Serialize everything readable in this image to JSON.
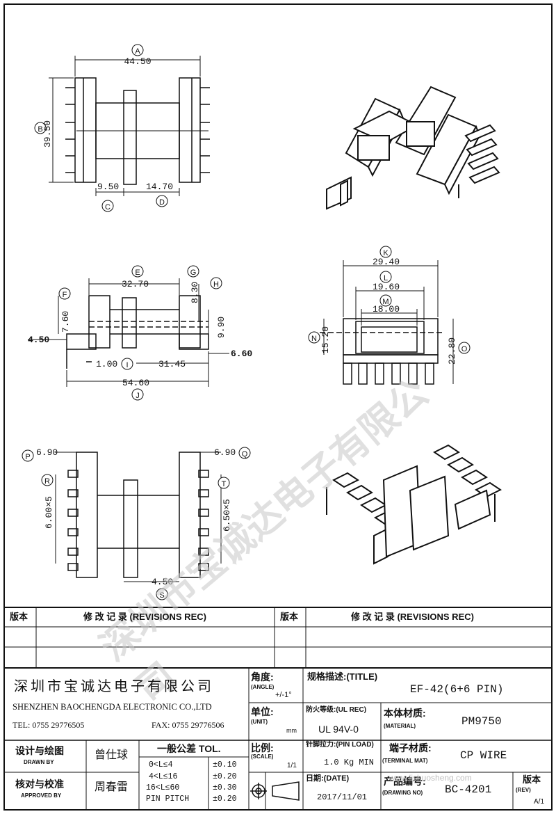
{
  "dims": {
    "A": "A",
    "a_val": "44.50",
    "B": "B",
    "b_val": "39.50",
    "C": "C",
    "c_val": "9.50",
    "D": "D",
    "d_val": "14.70",
    "E": "E",
    "e_val": "32.70",
    "F": "F",
    "f_val": "7.60",
    "G": "G",
    "g_val": "8.30",
    "H": "H",
    "h_val": "9.90",
    "I": "I",
    "i_val": "1.00",
    "J": "J",
    "j_val": "54.60",
    "jj_val": "31.45",
    "v450": "4.50",
    "v660": "6.60",
    "K": "K",
    "k_val": "29.40",
    "L": "L",
    "l_val": "19.60",
    "M": "M",
    "m_val": "18.00",
    "N": "N",
    "n_val": "15.20",
    "O": "O",
    "o_val": "22.80",
    "P": "P",
    "p_val": "6.90",
    "Q": "Q",
    "q_val": "6.90",
    "R": "R",
    "r_val": "6.00×5",
    "T": "T",
    "t_val": "6.50×5",
    "S": "S",
    "s_val": "4.50"
  },
  "revisions": {
    "ver_label": "版本",
    "title_label": "修 改 记 录 (REVISIONS REC)"
  },
  "company": {
    "name_cn": "深圳市宝诚达电子有限公司",
    "name_en": "SHENZHEN BAOCHENGDA ELECTRONIC CO.,LTD",
    "tel": "TEL: 0755 29776505",
    "fax": "FAX: 0755 29776506"
  },
  "fields": {
    "angle_cn": "角度:",
    "angle_en": "(ANGLE)",
    "angle_val": "+/-1°",
    "unit_cn": "单位:",
    "unit_en": "(UNIT)",
    "unit_val": "mm",
    "scale_cn": "比例:",
    "scale_en": "(SCALE)",
    "scale_val": "1/1",
    "spec_label": "规格描述:(TITLE)",
    "spec_val": "EF-42(6+6 PIN)",
    "ul_label": "防火等级:(UL REC)",
    "ul_val": "UL 94V-0",
    "material_cn": "本体材质:",
    "material_en": "(MATERIAL)",
    "material_val": "PM9750",
    "pin_load_label": "针脚拉力:(PIN LOAD)",
    "pin_load_val": "1.0 Kg MIN",
    "terminal_cn": "端子材质:",
    "terminal_en": "(TERMINAL MAT)",
    "terminal_val": "CP WIRE",
    "date_label": "日期:(DATE)",
    "date_val": "2017/11/01",
    "drawing_cn": "产品编号:",
    "drawing_en": "(DRAWING NO)",
    "drawing_val": "BC-4201",
    "rev_cn": "版本",
    "rev_en": "(REV)",
    "rev_val": "A/1",
    "drawn_cn": "设计与绘图",
    "drawn_en": "DRAWN BY",
    "drawn_val": "曾仕球",
    "approved_cn": "核对与校准",
    "approved_en": "APPROVED BY",
    "approved_val": "周春雷"
  },
  "tolerance": {
    "title": "一般公差 TOL.",
    "rows": [
      {
        "range": "0<L≤4",
        "val": "±0.10"
      },
      {
        "range": "4<L≤16",
        "val": "±0.20"
      },
      {
        "range": "16<L≤60",
        "val": "±0.30"
      },
      {
        "range": "PIN PITCH",
        "val": "±0.20"
      }
    ]
  },
  "watermark": {
    "text": "深圳市宝诚达电子有限公司",
    "site": "www.lishuosheng.com"
  }
}
